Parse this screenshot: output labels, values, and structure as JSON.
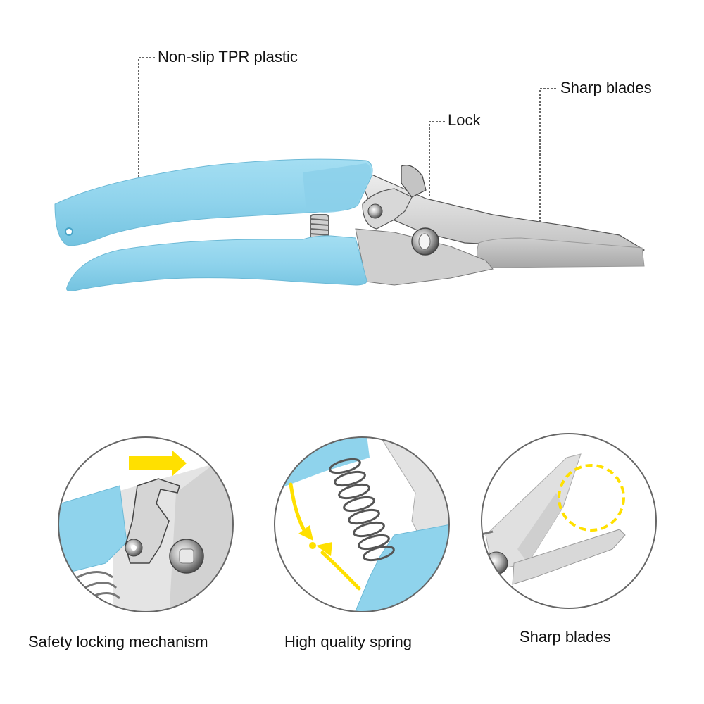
{
  "product": {
    "name": "Pruning shears",
    "handle_color": "#8fd3ec",
    "blade_color": "#d6d6d6",
    "accent_color": "#ffe000"
  },
  "callouts": [
    {
      "id": "handle",
      "label": "Non-slip TPR plastic"
    },
    {
      "id": "lock",
      "label": "Lock"
    },
    {
      "id": "blade",
      "label": "Sharp blades"
    }
  ],
  "features": [
    {
      "id": "lock",
      "caption": "Safety locking mechanism",
      "icon": "arrow-right-icon"
    },
    {
      "id": "spring",
      "caption": "High quality spring",
      "icon": "compress-arrows-icon"
    },
    {
      "id": "blades",
      "caption": "Sharp blades",
      "icon": "dashed-circle-icon"
    }
  ]
}
